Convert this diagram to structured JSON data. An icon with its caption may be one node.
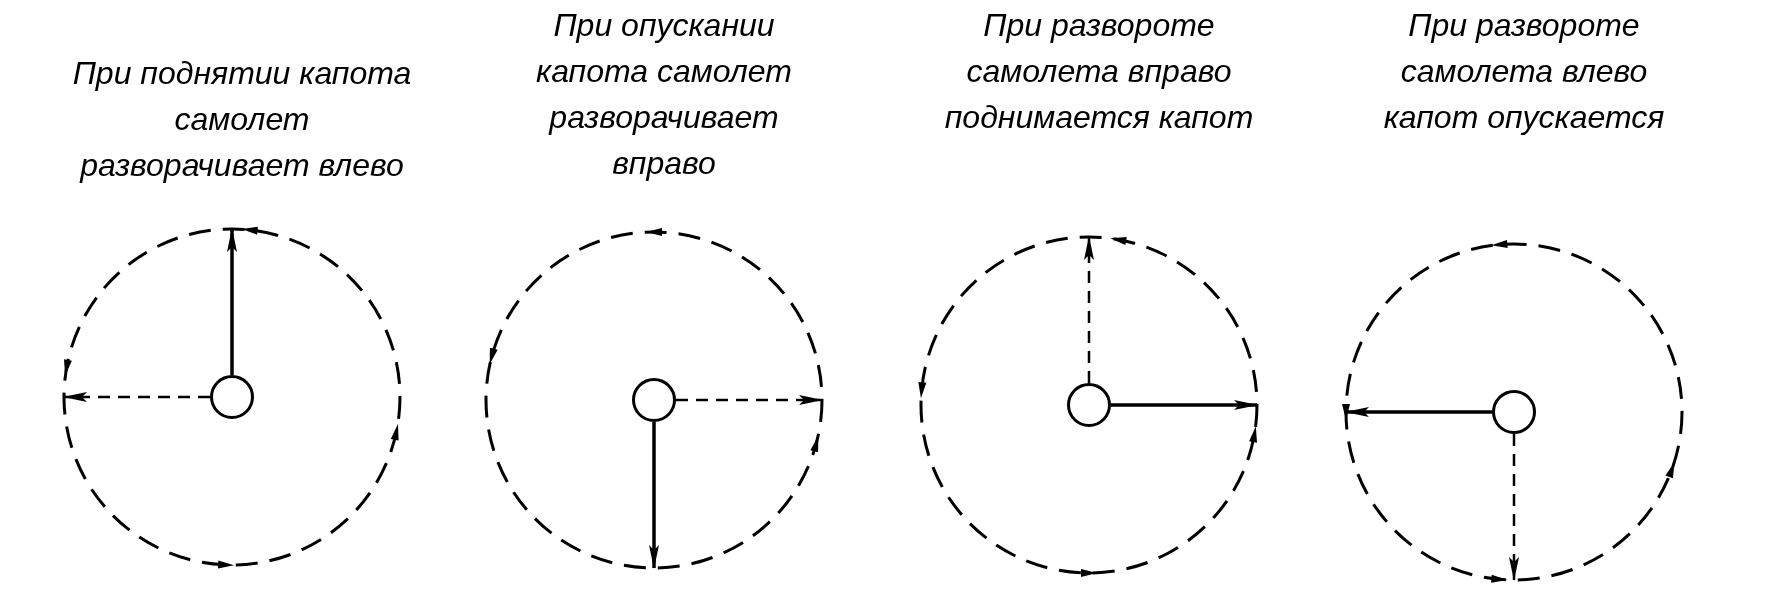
{
  "diagram": {
    "nodes": [
      {
        "text": [],
        "shape": "circle",
        "beside": [
          "При поднятии капота самолет разворачивает влево"
        ]
      },
      {
        "text": [],
        "shape": "circle",
        "in": 0
      },
      {
        "text": [],
        "shape": "circle",
        "beside": [
          "При опускании капота самолет разворачивает вправо"
        ]
      },
      {
        "text": [],
        "shape": "circle",
        "in": 2
      },
      {
        "text": [],
        "shape": "circle",
        "beside": [
          "При развороте самолета вправо поднимается капот"
        ]
      },
      {
        "text": [],
        "shape": "circle",
        "in": 4
      },
      {
        "text": [],
        "shape": "circle",
        "beside": [
          "При развороте самолета влево капот опускается"
        ]
      },
      {
        "text": [],
        "shape": "circle",
        "in": 6
      }
    ],
    "edges": [
      {
        "from": 1,
        "to": 0,
        "arrow": "to"
      },
      {
        "from": 1,
        "to": 0,
        "arrow": "to",
        "style": "dashed"
      },
      {
        "from": 3,
        "to": 2,
        "arrow": "to"
      },
      {
        "from": 3,
        "to": 2,
        "arrow": "to",
        "style": "dashed"
      },
      {
        "from": 5,
        "to": 4,
        "arrow": "to"
      },
      {
        "from": 5,
        "to": 4,
        "arrow": "to",
        "style": "dashed"
      },
      {
        "from": 7,
        "to": 6,
        "arrow": "to"
      },
      {
        "from": 7,
        "to": 6,
        "arrow": "to",
        "style": "dashed"
      }
    ]
  }
}
